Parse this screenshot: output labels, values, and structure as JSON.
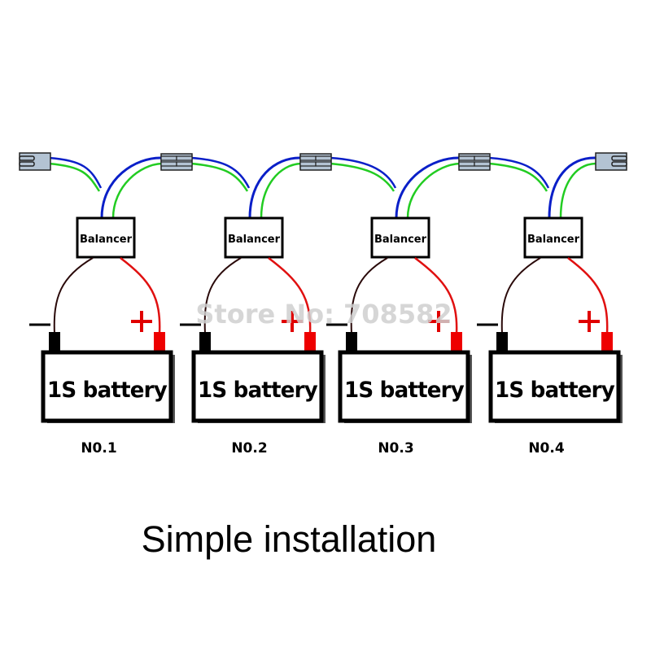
{
  "diagram": {
    "title": "Simple installation",
    "watermark": "Store No: 708582",
    "colors": {
      "balance_wire_blue": "#0a1fc8",
      "balance_wire_green": "#22cc22",
      "negative_wire": "#2a0a0a",
      "positive_wire": "#e01010",
      "negative_terminal": "#000000",
      "positive_terminal": "#ee0000",
      "connector_fill": "#b3c3d3",
      "connector_stroke": "#222222",
      "watermark": "#cfcfcf"
    },
    "units": [
      {
        "balancer_label": "Balancer",
        "battery_label": "1S battery",
        "number_label": "N0.1",
        "minus_sign": "−",
        "plus_sign": "+"
      },
      {
        "balancer_label": "Balancer",
        "battery_label": "1S battery",
        "number_label": "N0.2",
        "minus_sign": "−",
        "plus_sign": "+"
      },
      {
        "balancer_label": "Balancer",
        "battery_label": "1S battery",
        "number_label": "N0.3",
        "minus_sign": "−",
        "plus_sign": "+"
      },
      {
        "balancer_label": "Balancer",
        "battery_label": "1S battery",
        "number_label": "N0.4",
        "minus_sign": "−",
        "plus_sign": "+"
      }
    ],
    "connectors": [
      {
        "type": "end-plug"
      },
      {
        "type": "double-joint"
      },
      {
        "type": "double-joint"
      },
      {
        "type": "double-joint"
      },
      {
        "type": "end-plug"
      }
    ]
  }
}
